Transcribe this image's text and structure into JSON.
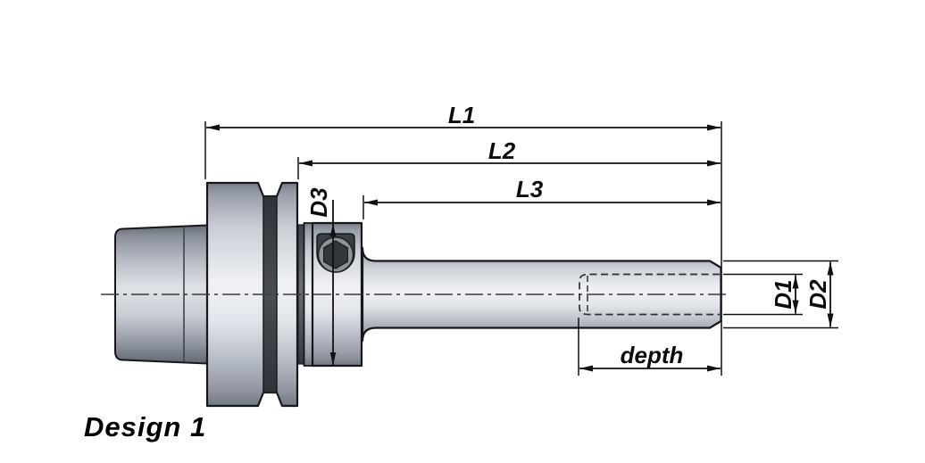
{
  "drawing": {
    "title": "Design 1"
  },
  "labels": {
    "l1": "L1",
    "l2": "L2",
    "l3": "L3",
    "d1": "D1",
    "d2": "D2",
    "d3": "D3",
    "depth": "depth"
  },
  "colors": {
    "background": "#ffffff",
    "outline": "#15171b",
    "dimension_lines": "#111111",
    "metal_highlight": "#f0f2f5",
    "metal_shadow": "#787d87",
    "groove_dark": "#3a3d43",
    "screw_socket": "#33363b"
  }
}
